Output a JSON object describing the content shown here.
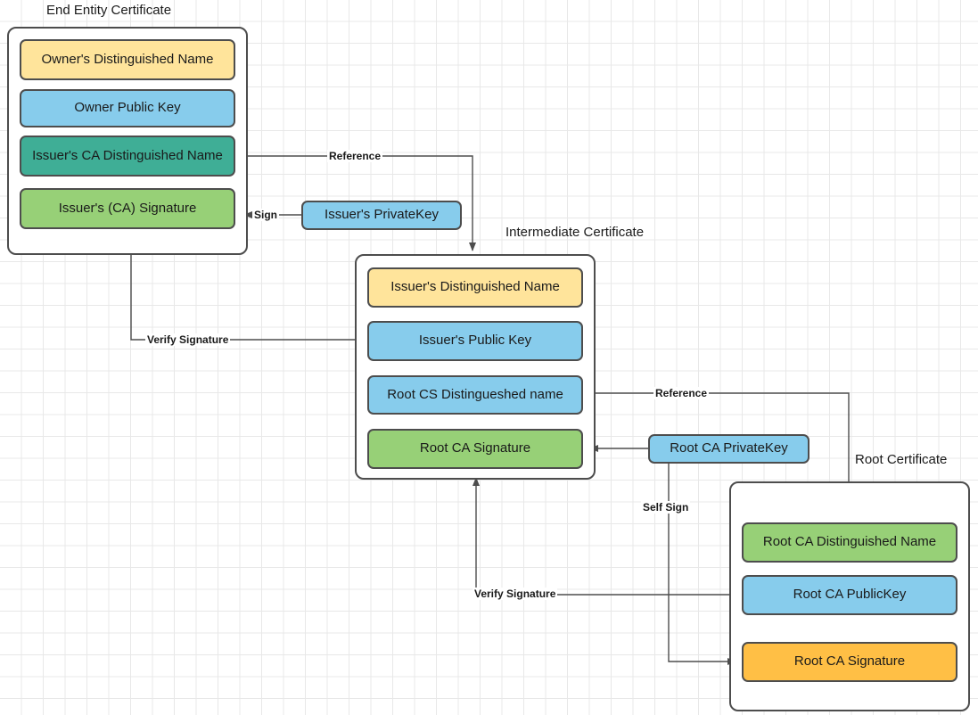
{
  "diagram": {
    "title_hidden": "",
    "colors": {
      "yellow": "#ffe49b",
      "blue": "#87ccec",
      "teal": "#3fae96",
      "green": "#97d077",
      "orange": "#ffbf45",
      "stroke": "#4d4d4d",
      "text": "#1a1a1a",
      "grid_minor": "#e8e8e8",
      "grid_major": "#d0d0d0",
      "background": "#ffffff"
    }
  },
  "groups": {
    "end_entity": {
      "title": "End Entity Certificate",
      "nodes": [
        {
          "label": "Owner's Distinguished Name",
          "color": "yellow"
        },
        {
          "label": "Owner Public  Key",
          "color": "blue"
        },
        {
          "label": "Issuer's CA Distinguished Name",
          "color": "teal"
        },
        {
          "label": "Issuer's (CA) Signature",
          "color": "green"
        }
      ]
    },
    "intermediate": {
      "title": "Intermediate Certificate",
      "nodes": [
        {
          "label": "Issuer's Distinguished Name",
          "color": "yellow"
        },
        {
          "label": "Issuer's Public  Key",
          "color": "blue"
        },
        {
          "label": "Root CS Distingueshed name",
          "color": "blue"
        },
        {
          "label": "Root CA Signature",
          "color": "green"
        }
      ]
    },
    "root": {
      "title": "Root Certificate",
      "nodes": [
        {
          "label": "Root CA Distinguished Name",
          "color": "green"
        },
        {
          "label": "Root CA PublicKey",
          "color": "blue"
        },
        {
          "label": "Root CA Signature",
          "color": "orange"
        }
      ]
    }
  },
  "keys": {
    "issuer_private": {
      "label": "Issuer's PrivateKey",
      "color": "blue"
    },
    "root_private": {
      "label": "Root CA PrivateKey",
      "color": "blue"
    }
  },
  "edges": [
    {
      "label": "Reference",
      "from": "end-entity-issuer-ca-dn",
      "to": "intermediate-certificate"
    },
    {
      "label": "Sign",
      "from": "issuers-privatekey",
      "to": "end-entity-issuer-signature"
    },
    {
      "label": "Verify Signature",
      "from": "intermediate-issuers-public-key",
      "to": "end-entity-issuer-signature"
    },
    {
      "label": "Reference",
      "from": "intermediate-root-cs-dn",
      "to": "root-ca-distinguished-name"
    },
    {
      "label": "Self Sign",
      "from": "root-ca-privatekey",
      "to": "root-ca-signature"
    },
    {
      "label": "Verify Signature",
      "from": "root-ca-publickey",
      "to": "intermediate-root-ca-signature"
    },
    {
      "label": "",
      "from": "root-ca-privatekey",
      "to": "intermediate-root-ca-signature"
    }
  ]
}
